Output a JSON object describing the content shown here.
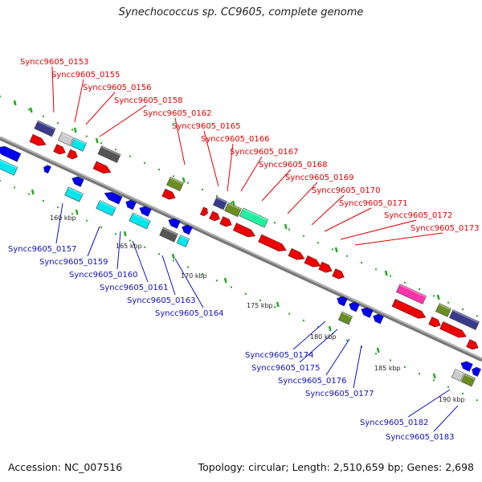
{
  "title": "Synechococcus sp. CC9605, complete genome",
  "footer": {
    "accession": "Accession: NC_007516",
    "summary": "Topology: circular; Length: 2,510,659 bp; Genes: 2,698"
  },
  "colors": {
    "forward_label": "#e00000",
    "reverse_label": "#1010c0",
    "backbone": "#888888",
    "tick": "#22aa22"
  },
  "scale": {
    "ticks_kbp": [
      "160 kbp",
      "165 kbp",
      "170 kbp",
      "175 kbp",
      "180 kbp",
      "185 kbp",
      "190 kbp"
    ]
  },
  "labels_top": [
    "Syncc9605_0153",
    "Syncc9605_0155",
    "Syncc9605_0156",
    "Syncc9605_0158",
    "Syncc9605_0162",
    "Syncc9605_0165",
    "Syncc9605_0166",
    "Syncc9605_0167",
    "Syncc9605_0168",
    "Syncc9605_0169",
    "Syncc9605_0170",
    "Syncc9605_0171",
    "Syncc9605_0172",
    "Syncc9605_0173"
  ],
  "labels_bottom": [
    "Syncc9605_0157",
    "Syncc9605_0159",
    "Syncc9605_0160",
    "Syncc9605_0161",
    "Syncc9605_0163",
    "Syncc9605_0164",
    "Syncc9605_0174",
    "Syncc9605_0175",
    "Syncc9605_0176",
    "Syncc9605_0177",
    "Syncc9605_0182",
    "Syncc9605_0183"
  ]
}
